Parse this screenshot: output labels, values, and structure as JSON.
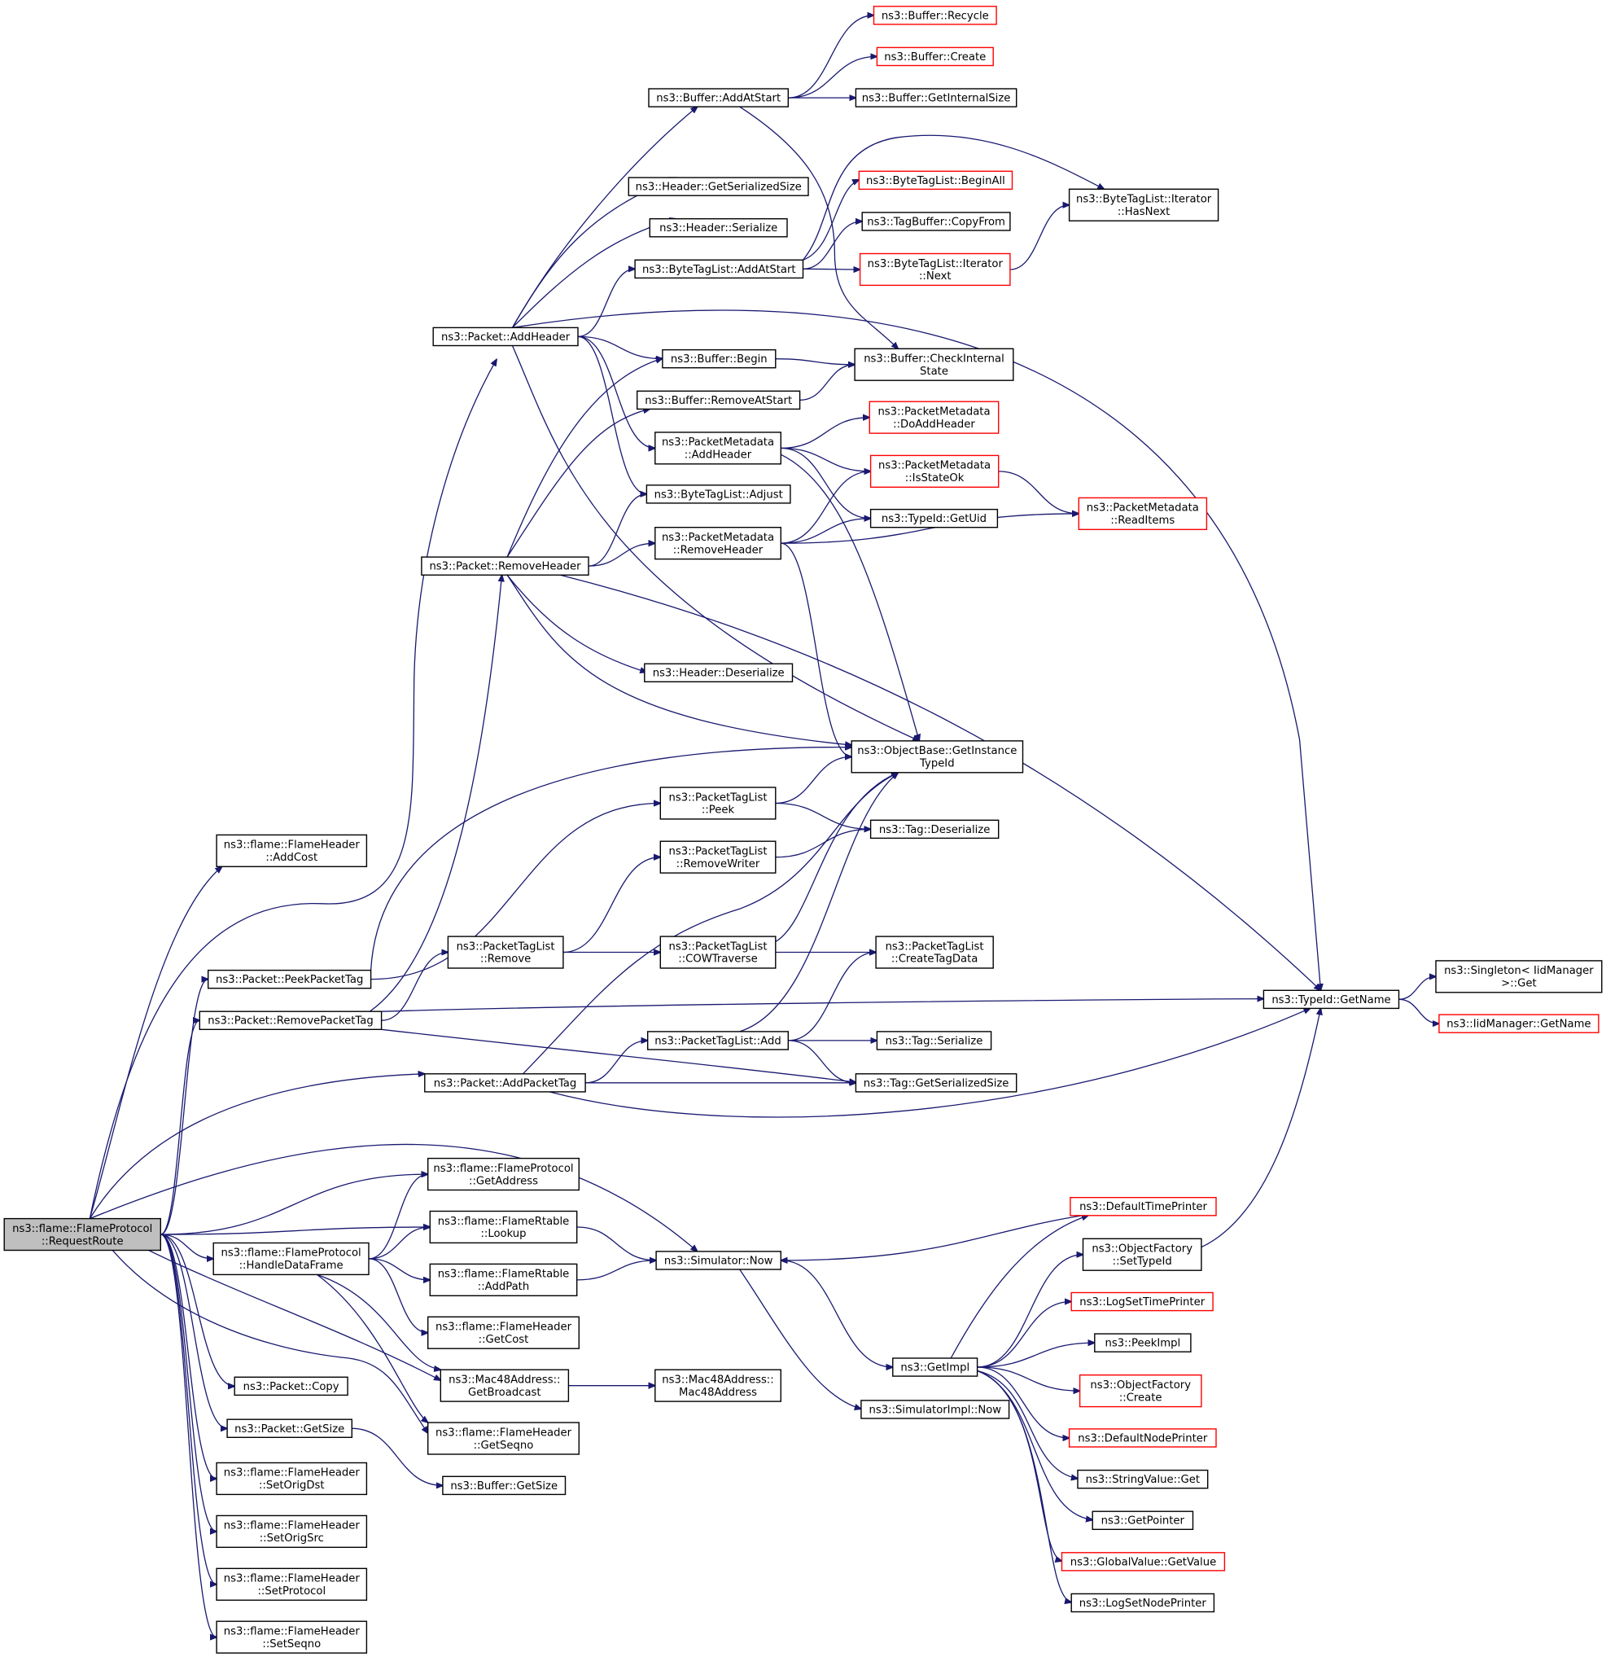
{
  "colors": {
    "edge": "#191970",
    "border_default": "#000000",
    "border_truncated": "#ff0000",
    "root_fill": "#bfbfbf",
    "fill": "#ffffff"
  },
  "nodes": [
    {
      "id": "root",
      "lines": [
        "ns3::flame::FlameProtocol",
        "::RequestRoute"
      ],
      "root": true
    },
    {
      "id": "addcost",
      "lines": [
        "ns3::flame::FlameHeader",
        "::AddCost"
      ]
    },
    {
      "id": "peekpackettag",
      "lines": [
        "ns3::Packet::PeekPacketTag"
      ]
    },
    {
      "id": "removepackettag",
      "lines": [
        "ns3::Packet::RemovePacketTag"
      ]
    },
    {
      "id": "addpackettag",
      "lines": [
        "ns3::Packet::AddPacketTag"
      ]
    },
    {
      "id": "getaddress",
      "lines": [
        "ns3::flame::FlameProtocol",
        "::GetAddress"
      ]
    },
    {
      "id": "lookup",
      "lines": [
        "ns3::flame::FlameRtable",
        "::Lookup"
      ]
    },
    {
      "id": "handledataframe",
      "lines": [
        "ns3::flame::FlameProtocol",
        "::HandleDataFrame"
      ]
    },
    {
      "id": "addpath",
      "lines": [
        "ns3::flame::FlameRtable",
        "::AddPath"
      ]
    },
    {
      "id": "getcost",
      "lines": [
        "ns3::flame::FlameHeader",
        "::GetCost"
      ]
    },
    {
      "id": "getbroadcast",
      "lines": [
        "ns3::Mac48Address::",
        "GetBroadcast"
      ]
    },
    {
      "id": "getseqno",
      "lines": [
        "ns3::flame::FlameHeader",
        "::GetSeqno"
      ]
    },
    {
      "id": "copy",
      "lines": [
        "ns3::Packet::Copy"
      ]
    },
    {
      "id": "getsize",
      "lines": [
        "ns3::Packet::GetSize"
      ]
    },
    {
      "id": "bufgetsize",
      "lines": [
        "ns3::Buffer::GetSize"
      ]
    },
    {
      "id": "setorigdst",
      "lines": [
        "ns3::flame::FlameHeader",
        "::SetOrigDst"
      ]
    },
    {
      "id": "setorigsrc",
      "lines": [
        "ns3::flame::FlameHeader",
        "::SetOrigSrc"
      ]
    },
    {
      "id": "setprotocol",
      "lines": [
        "ns3::flame::FlameHeader",
        "::SetProtocol"
      ]
    },
    {
      "id": "setseqno",
      "lines": [
        "ns3::flame::FlameHeader",
        "::SetSeqno"
      ]
    },
    {
      "id": "addheader",
      "lines": [
        "ns3::Packet::AddHeader"
      ]
    },
    {
      "id": "removeheader",
      "lines": [
        "ns3::Packet::RemoveHeader"
      ]
    },
    {
      "id": "bufaddatstart",
      "lines": [
        "ns3::Buffer::AddAtStart"
      ]
    },
    {
      "id": "bufrecycle",
      "lines": [
        "ns3::Buffer::Recycle"
      ],
      "truncated": true
    },
    {
      "id": "bufcreate",
      "lines": [
        "ns3::Buffer::Create"
      ],
      "truncated": true
    },
    {
      "id": "bufgetinternalsize",
      "lines": [
        "ns3::Buffer::GetInternalSize"
      ]
    },
    {
      "id": "hdrgetserializedsize",
      "lines": [
        "ns3::Header::GetSerializedSize"
      ]
    },
    {
      "id": "hdrserialize",
      "lines": [
        "ns3::Header::Serialize"
      ]
    },
    {
      "id": "btladdatstart",
      "lines": [
        "ns3::ByteTagList::AddAtStart"
      ]
    },
    {
      "id": "btlbeginall",
      "lines": [
        "ns3::ByteTagList::BeginAll"
      ],
      "truncated": true
    },
    {
      "id": "tagbufcopyfrom",
      "lines": [
        "ns3::TagBuffer::CopyFrom"
      ]
    },
    {
      "id": "btlitnext",
      "lines": [
        "ns3::ByteTagList::Iterator",
        "::Next"
      ],
      "truncated": true
    },
    {
      "id": "btlithasnext",
      "lines": [
        "ns3::ByteTagList::Iterator",
        "::HasNext"
      ]
    },
    {
      "id": "bufbegin",
      "lines": [
        "ns3::Buffer::Begin"
      ]
    },
    {
      "id": "bufcheckinternal",
      "lines": [
        "ns3::Buffer::CheckInternal",
        "State"
      ]
    },
    {
      "id": "bufremoveatstart",
      "lines": [
        "ns3::Buffer::RemoveAtStart"
      ]
    },
    {
      "id": "pmaddheader",
      "lines": [
        "ns3::PacketMetadata",
        "::AddHeader"
      ]
    },
    {
      "id": "pmdoaddheader",
      "lines": [
        "ns3::PacketMetadata",
        "::DoAddHeader"
      ],
      "truncated": true
    },
    {
      "id": "pmisstateok",
      "lines": [
        "ns3::PacketMetadata",
        "::IsStateOk"
      ],
      "truncated": true
    },
    {
      "id": "btladjust",
      "lines": [
        "ns3::ByteTagList::Adjust"
      ]
    },
    {
      "id": "typeidgetuid",
      "lines": [
        "ns3::TypeId::GetUid"
      ]
    },
    {
      "id": "pmreaditems",
      "lines": [
        "ns3::PacketMetadata",
        "::ReadItems"
      ],
      "truncated": true
    },
    {
      "id": "pmremoveheader",
      "lines": [
        "ns3::PacketMetadata",
        "::RemoveHeader"
      ]
    },
    {
      "id": "hdrdeserialize",
      "lines": [
        "ns3::Header::Deserialize"
      ]
    },
    {
      "id": "objgetinstancetypeid",
      "lines": [
        "ns3::ObjectBase::GetInstance",
        "TypeId"
      ]
    },
    {
      "id": "ptlpeek",
      "lines": [
        "ns3::PacketTagList",
        "::Peek"
      ]
    },
    {
      "id": "tagdeserialize",
      "lines": [
        "ns3::Tag::Deserialize"
      ]
    },
    {
      "id": "ptlremovewriter",
      "lines": [
        "ns3::PacketTagList",
        "::RemoveWriter"
      ]
    },
    {
      "id": "ptlremove",
      "lines": [
        "ns3::PacketTagList",
        "::Remove"
      ]
    },
    {
      "id": "ptlcowtraverse",
      "lines": [
        "ns3::PacketTagList",
        "::COWTraverse"
      ]
    },
    {
      "id": "ptlcreatetagdata",
      "lines": [
        "ns3::PacketTagList",
        "::CreateTagData"
      ]
    },
    {
      "id": "typeidgetname",
      "lines": [
        "ns3::TypeId::GetName"
      ]
    },
    {
      "id": "singletonget",
      "lines": [
        "ns3::Singleton< IidManager",
        " >::Get"
      ]
    },
    {
      "id": "iidgetname",
      "lines": [
        "ns3::IidManager::GetName"
      ],
      "truncated": true
    },
    {
      "id": "ptladd",
      "lines": [
        "ns3::PacketTagList::Add"
      ]
    },
    {
      "id": "tagserialize",
      "lines": [
        "ns3::Tag::Serialize"
      ]
    },
    {
      "id": "taggetserializedsize",
      "lines": [
        "ns3::Tag::GetSerializedSize"
      ]
    },
    {
      "id": "simnow",
      "lines": [
        "ns3::Simulator::Now"
      ]
    },
    {
      "id": "defaulttimeprinter",
      "lines": [
        "ns3::DefaultTimePrinter"
      ],
      "truncated": true
    },
    {
      "id": "objfactsettypeid",
      "lines": [
        "ns3::ObjectFactory",
        "::SetTypeId"
      ]
    },
    {
      "id": "logsettimeprinter",
      "lines": [
        "ns3::LogSetTimePrinter"
      ],
      "truncated": true
    },
    {
      "id": "peekimpl",
      "lines": [
        "ns3::PeekImpl"
      ]
    },
    {
      "id": "getimpl",
      "lines": [
        "ns3::GetImpl"
      ]
    },
    {
      "id": "objfactcreate",
      "lines": [
        "ns3::ObjectFactory",
        "::Create"
      ],
      "truncated": true
    },
    {
      "id": "mac48address",
      "lines": [
        "ns3::Mac48Address::",
        "Mac48Address"
      ]
    },
    {
      "id": "simimplnow",
      "lines": [
        "ns3::SimulatorImpl::Now"
      ]
    },
    {
      "id": "defaultnodeprinter",
      "lines": [
        "ns3::DefaultNodePrinter"
      ],
      "truncated": true
    },
    {
      "id": "stringvalueget",
      "lines": [
        "ns3::StringValue::Get"
      ]
    },
    {
      "id": "getpointer",
      "lines": [
        "ns3::GetPointer"
      ]
    },
    {
      "id": "globalvaluegetvalue",
      "lines": [
        "ns3::GlobalValue::GetValue"
      ],
      "truncated": true
    },
    {
      "id": "logsetnodeprinter",
      "lines": [
        "ns3::LogSetNodePrinter"
      ]
    }
  ]
}
